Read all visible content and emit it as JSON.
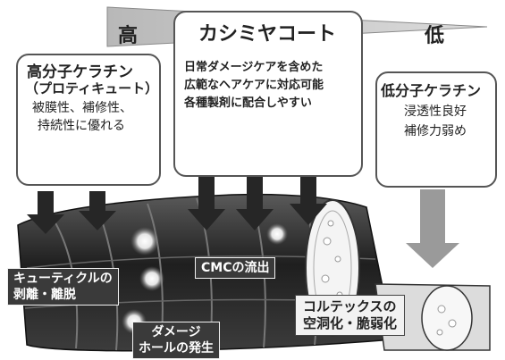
{
  "scale": {
    "high_label": "高",
    "low_label": "低"
  },
  "boxes": {
    "high_keratin": {
      "title": "高分子ケラチン",
      "subtitle": "（プロティキュート）",
      "lines": [
        "被膜性、補修性、",
        "持続性に優れる"
      ]
    },
    "cashmere_coat": {
      "title": "カシミヤコート",
      "lines": [
        "日常ダメージケアを含めた",
        "広範なヘアケアに対応可能",
        "各種製剤に配合しやすい"
      ]
    },
    "low_keratin": {
      "title": "低分子ケラチン",
      "lines": [
        "浸透性良好",
        "補修力弱め"
      ]
    }
  },
  "hair_labels": {
    "cuticle": [
      "キューティクルの",
      "剥離・離脱"
    ],
    "cmc": "CMCの流出",
    "damage_hole": [
      "ダメージ",
      "ホールの発生"
    ],
    "cortex": [
      "コルテックスの",
      "空洞化・脆弱化"
    ]
  },
  "colors": {
    "scale_fill": "#c8c8c8",
    "box_border": "#555555",
    "hair_dark": "#2e2e2e",
    "arrow_dark": "#262626",
    "arrow_gray": "#9a9a9a"
  }
}
